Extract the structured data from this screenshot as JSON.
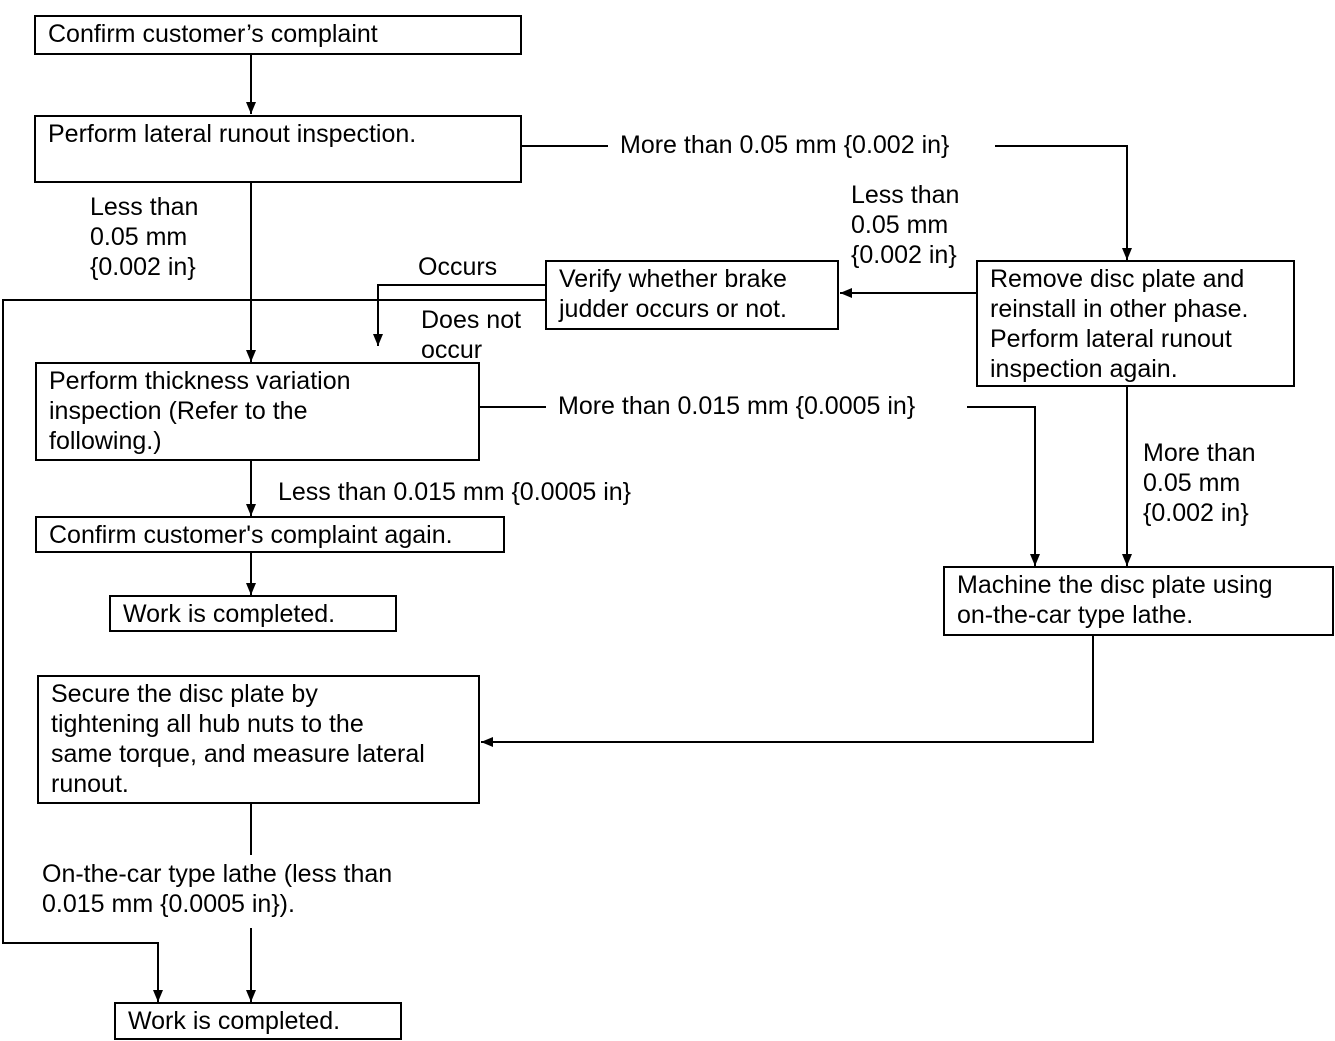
{
  "nodes": {
    "confirm_complaint": "Confirm customer’s complaint",
    "lateral_runout": "Perform lateral runout inspection.",
    "verify_judder": "Verify whether brake\njudder occurs or not.",
    "remove_reinstall": "Remove disc plate and\nreinstall in other phase.\nPerform lateral runout\ninspection again.",
    "thickness_variation": "Perform thickness variation\ninspection (Refer to the\nfollowing.)",
    "confirm_again": "Confirm customer's complaint again.",
    "work_completed_1": "Work is completed.",
    "machine_disc": "Machine the disc plate using\non-the-car type lathe.",
    "secure_disc": "Secure the disc plate by\ntightening all hub nuts to the\nsame torque, and measure lateral\nrunout.",
    "work_completed_2": "Work is completed."
  },
  "edge_labels": {
    "more_005_top": "More than 0.05 mm {0.002 in}",
    "less_005_left": "Less than\n0.05 mm\n{0.002 in}",
    "less_005_mid": "Less than\n0.05 mm\n{0.002 in}",
    "occurs": "Occurs",
    "does_not_occur": "Does not\noccur",
    "more_0015": "More than 0.015 mm {0.0005 in}",
    "more_005_right": "More than\n0.05 mm\n{0.002 in}",
    "less_0015": "Less than 0.015 mm {0.0005 in}",
    "lathe_less": "On-the-car type lathe (less than\n0.015 mm {0.0005 in})."
  }
}
